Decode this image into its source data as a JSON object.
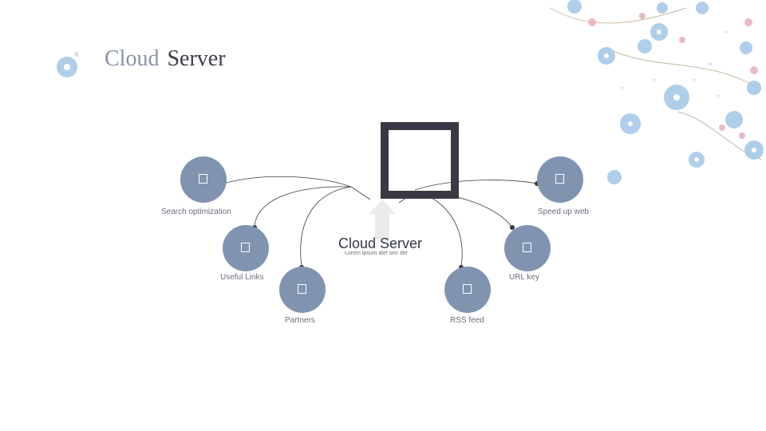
{
  "slide": {
    "title_word1": "Cloud",
    "title_word2": "Server"
  },
  "center": {
    "title": "Cloud Server",
    "subtitle": "Lorem ipsum alet seir der"
  },
  "nodes": [
    {
      "id": "search-optimization",
      "label": "Search optimization"
    },
    {
      "id": "useful-links",
      "label": "Useful Links"
    },
    {
      "id": "partners",
      "label": "Partners"
    },
    {
      "id": "rss-feed",
      "label": "RSS feed"
    },
    {
      "id": "url-key",
      "label": "URL key"
    },
    {
      "id": "speed-up-web",
      "label": "Speed up web"
    }
  ],
  "colors": {
    "node_fill": "#8094b0",
    "server_box": "#3b3844",
    "arrow": "#ebebee",
    "flower_blue": "#a7c9e8",
    "flower_pink": "#e8b4bf"
  },
  "icons": {
    "node_glyph": "missing-glyph-icon",
    "server": "server-box-icon",
    "arrow": "up-arrow-icon"
  }
}
